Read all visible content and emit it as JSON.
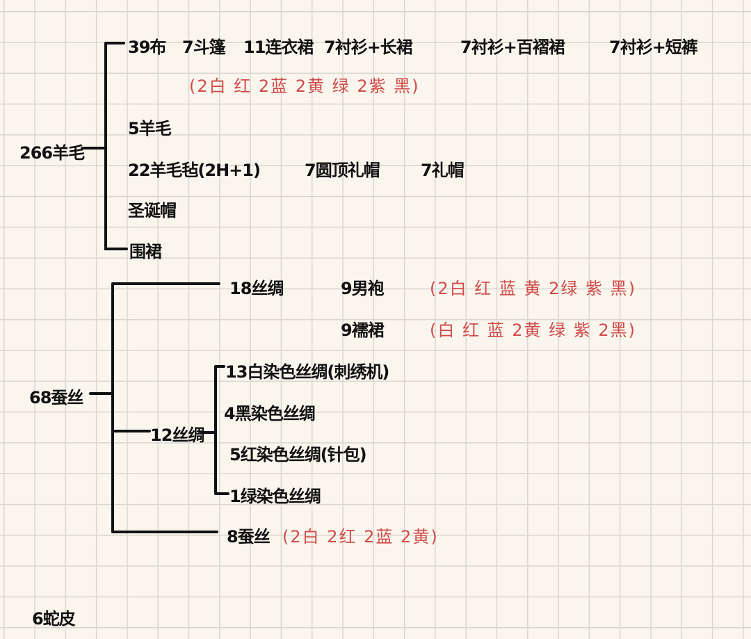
{
  "wool": {
    "root": "266羊毛",
    "row1": [
      "39布",
      "7斗篷",
      "11连衣裙",
      "7衬衫+长裙",
      "7衬衫+百褶裙",
      "7衬衫+短裤"
    ],
    "row1_colors": "(2白 红 2蓝 2黄 绿 2紫 黑)",
    "wool5": "5羊毛",
    "felt": "22羊毛毡(2H+1)",
    "felt_hat1": "7圆顶礼帽",
    "felt_hat2": "7礼帽",
    "xmas_hat": "圣诞帽",
    "scarf": "围裙"
  },
  "silk": {
    "root": "68蚕丝",
    "silk18": "18丝绸",
    "robe": "9男袍",
    "robe_colors": "(2白 红 蓝 黄 2绿 紫 黑)",
    "skirt": "9襦裙",
    "skirt_colors": "(白 红 蓝 2黄 绿 紫 2黑)",
    "silk12": "12丝绸",
    "dyed": [
      "13白染色丝绸(刺绣机)",
      "4黑染色丝绸",
      "5红染色丝绸(针包)",
      "1绿染色丝绸"
    ],
    "silk8": "8蚕丝",
    "silk8_colors": "(2白  2红  2蓝  2黄)"
  },
  "snake": "6蛇皮",
  "colors": {
    "ink": "#111111",
    "red": "#d24a4a"
  }
}
